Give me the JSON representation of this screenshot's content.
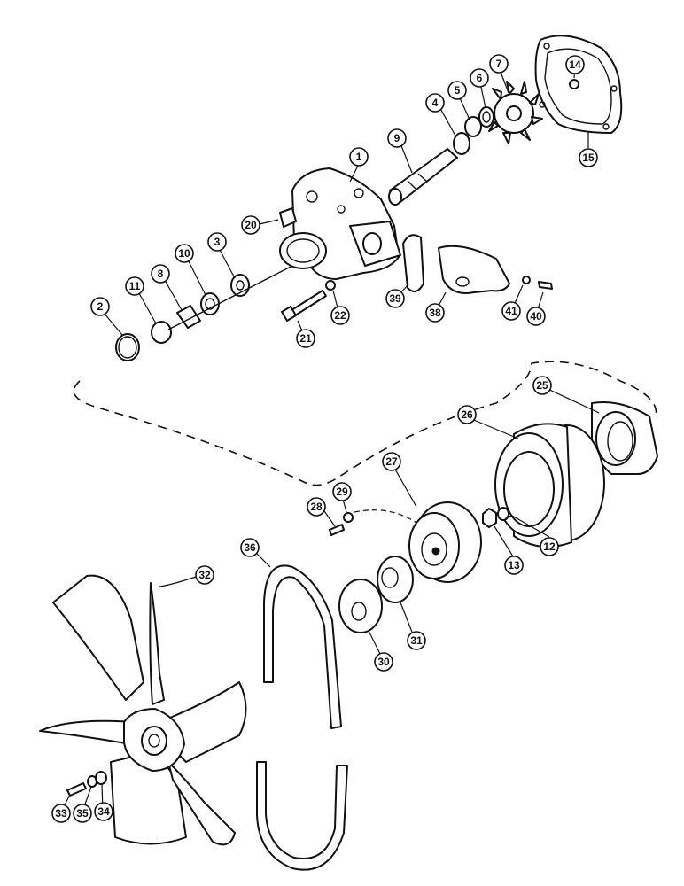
{
  "callouts": [
    {
      "id": "c1",
      "label": "1"
    },
    {
      "id": "c2",
      "label": "2"
    },
    {
      "id": "c3",
      "label": "3"
    },
    {
      "id": "c4",
      "label": "4"
    },
    {
      "id": "c5",
      "label": "5"
    },
    {
      "id": "c6",
      "label": "6"
    },
    {
      "id": "c7",
      "label": "7"
    },
    {
      "id": "c8",
      "label": "8"
    },
    {
      "id": "c9",
      "label": "9"
    },
    {
      "id": "c10",
      "label": "10"
    },
    {
      "id": "c11",
      "label": "11"
    },
    {
      "id": "c12",
      "label": "12"
    },
    {
      "id": "c13",
      "label": "13"
    },
    {
      "id": "c14",
      "label": "14"
    },
    {
      "id": "c15",
      "label": "15"
    },
    {
      "id": "c20",
      "label": "20"
    },
    {
      "id": "c21",
      "label": "21"
    },
    {
      "id": "c22",
      "label": "22"
    },
    {
      "id": "c25",
      "label": "25"
    },
    {
      "id": "c26",
      "label": "26"
    },
    {
      "id": "c27",
      "label": "27"
    },
    {
      "id": "c28",
      "label": "28"
    },
    {
      "id": "c29",
      "label": "29"
    },
    {
      "id": "c30",
      "label": "30"
    },
    {
      "id": "c31",
      "label": "31"
    },
    {
      "id": "c32",
      "label": "32"
    },
    {
      "id": "c33",
      "label": "33"
    },
    {
      "id": "c34",
      "label": "34"
    },
    {
      "id": "c35",
      "label": "35"
    },
    {
      "id": "c36",
      "label": "36"
    },
    {
      "id": "c38",
      "label": "38"
    },
    {
      "id": "c39",
      "label": "39"
    },
    {
      "id": "c40",
      "label": "40"
    },
    {
      "id": "c41",
      "label": "41"
    }
  ]
}
